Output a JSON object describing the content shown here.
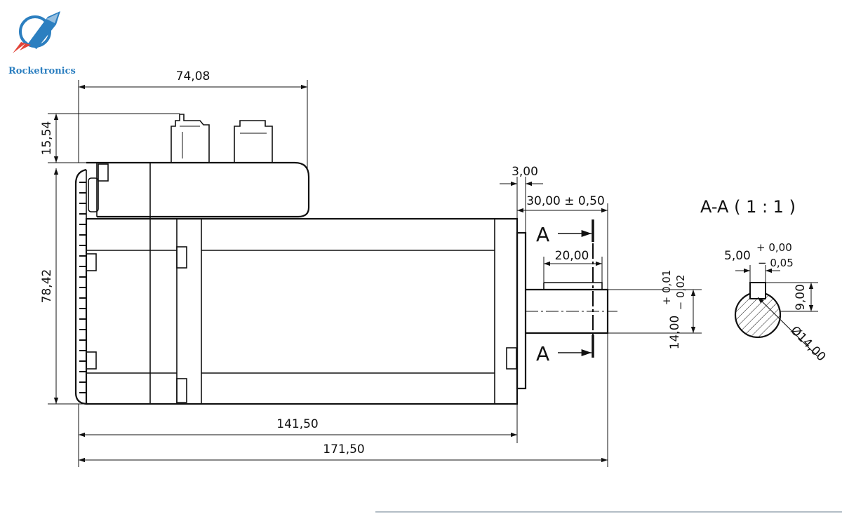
{
  "brand": {
    "name": "Rocketronics",
    "logo_icon": "rocket-icon",
    "accent": "#2c7fc0",
    "flame": "#e2453a"
  },
  "section": {
    "title": "A-A ( 1 : 1 )",
    "cut_letter_top": "A",
    "cut_letter_bottom": "A"
  },
  "dimensions": {
    "top_width": "74,08",
    "connector_height": "15,54",
    "body_height": "78,42",
    "shaft_offset": "3,00",
    "shaft_length": "30,00 ± 0,50",
    "key_length": "20,00",
    "shaft_diameter": "14,00",
    "shaft_tol_plus": "+ 0,01",
    "shaft_tol_minus": "− 0,02",
    "body_length": "141,50",
    "total_length": "171,50",
    "key_width": "5,00",
    "key_tol_plus": "+ 0,00",
    "key_tol_minus": "− 0,05",
    "key_depth": "9,00",
    "section_diameter": "Ø14,00"
  }
}
